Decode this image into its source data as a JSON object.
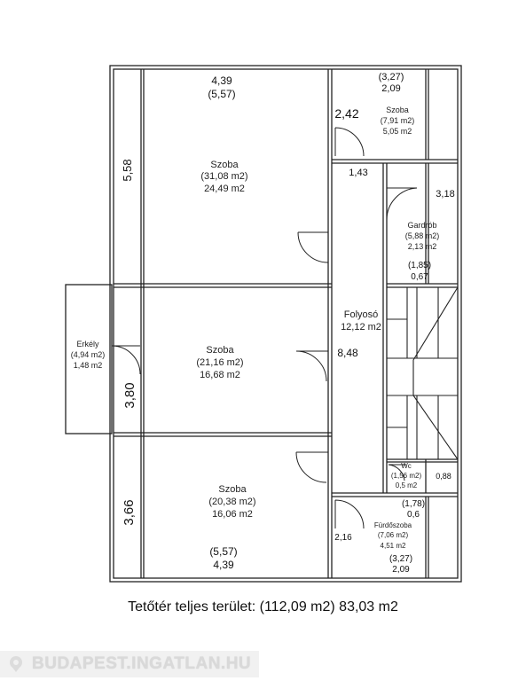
{
  "rooms": {
    "szoba1": {
      "name": "Szoba",
      "gross": "(31,08 m2)",
      "net": "24,49 m2",
      "width": "4,39",
      "width_gross": "(5,57)",
      "height": "5,58"
    },
    "szoba2": {
      "name": "Szoba",
      "gross": "(7,91 m2)",
      "net": "5,05 m2",
      "width_gross": "(3,27)",
      "width": "2,09",
      "side": "2,42"
    },
    "gardrob": {
      "name": "Gardrób",
      "gross": "(5,88 m2)",
      "net": "2,13 m2",
      "side": "3,18",
      "extra_gross": "(1,85)",
      "extra_net": "0,67"
    },
    "folyoso": {
      "name": "Folyosó",
      "area": "12,12 m2",
      "length": "8,48",
      "width": "1,43"
    },
    "erkely": {
      "name": "Erkély",
      "gross": "(4,94 m2)",
      "net": "1,48 m2"
    },
    "szoba3": {
      "name": "Szoba",
      "gross": "(21,16 m2)",
      "net": "16,68 m2",
      "height": "3,80"
    },
    "szoba4": {
      "name": "Szoba",
      "gross": "(20,38 m2)",
      "net": "16,06 m2",
      "height": "3,66",
      "width_gross": "(5,57)",
      "width": "4,39"
    },
    "wc": {
      "name": "Wc",
      "gross": "(1,56 m2)",
      "net": "0,5 m2",
      "side": "0,88"
    },
    "furdo": {
      "name": "Fürdőszoba",
      "gross": "(7,06 m2)",
      "net": "4,51 m2",
      "dim_gross": "(1,78)",
      "dim": "0,6",
      "side": "2,16",
      "width_gross": "(3,27)",
      "width": "2,09"
    }
  },
  "caption": "Tetőtér teljes terület: (112,09 m2) 83,03 m2",
  "watermark": "BUDAPEST.INGATLAN.HU",
  "colors": {
    "wall": "#222222",
    "watermark": "#d9d9d9",
    "watermark_bg": "#f1f1f1"
  }
}
